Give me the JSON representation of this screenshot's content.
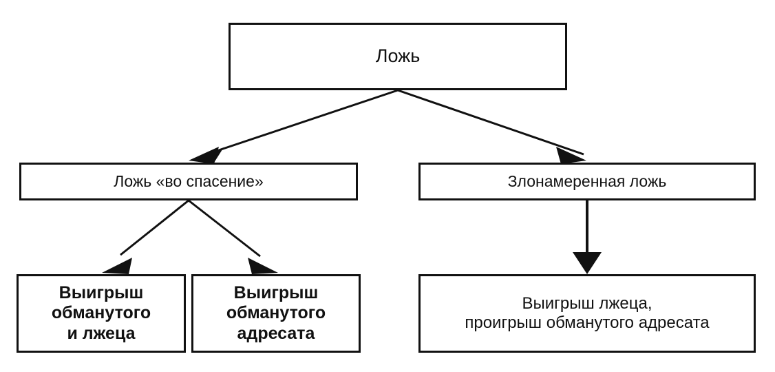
{
  "diagram": {
    "type": "hierarchy-tree",
    "title": "",
    "background_color": "#ffffff",
    "line_color": "#111111",
    "text_color": "#111111",
    "nodes": {
      "root": {
        "label": "Ложь",
        "level": 1
      },
      "white_lie": {
        "label": "Ложь «во спасение»",
        "level": 2
      },
      "malicious_lie": {
        "label": "Злонамеренная ложь",
        "level": 2
      },
      "gain_both": {
        "label": "Выигрыш\nобманутого\nи лжеца",
        "level": 3
      },
      "gain_addressee": {
        "label": "Выигрыш\nобманутого\nадресата",
        "level": 3
      },
      "liar_gain": {
        "label": "Выигрыш лжеца,\nпроигрыш обманутого адресата",
        "level": 3
      }
    },
    "edges": [
      {
        "from": "root",
        "to": "white_lie",
        "style": "arrow"
      },
      {
        "from": "root",
        "to": "malicious_lie",
        "style": "arrow"
      },
      {
        "from": "white_lie",
        "to": "gain_both",
        "style": "arrow"
      },
      {
        "from": "white_lie",
        "to": "gain_addressee",
        "style": "arrow"
      },
      {
        "from": "malicious_lie",
        "to": "liar_gain",
        "style": "arrow"
      }
    ]
  }
}
